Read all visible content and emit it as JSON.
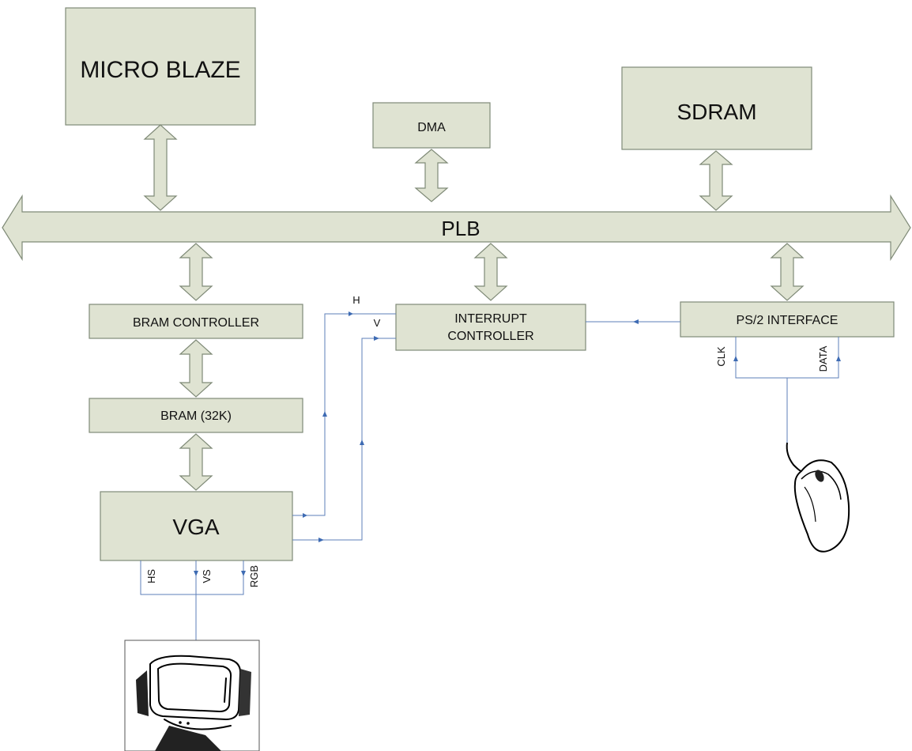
{
  "blocks": {
    "microblaze": "MICRO BLAZE",
    "dma": "DMA",
    "sdram": "SDRAM",
    "plb": "PLB",
    "bram_controller": "BRAM CONTROLLER",
    "bram": "BRAM (32K)",
    "vga": "VGA",
    "interrupt_controller_line1": "INTERRUPT",
    "interrupt_controller_line2": "CONTROLLER",
    "ps2_interface": "PS/2 INTERFACE"
  },
  "signals": {
    "h": "H",
    "v": "V",
    "hs": "HS",
    "vs": "VS",
    "rgb": "RGB",
    "clk": "CLK",
    "data": "DATA"
  },
  "icons": {
    "monitor": "crt-monitor-icon",
    "mouse": "computer-mouse-icon"
  },
  "colors": {
    "block_fill": "#dfe3d2",
    "block_stroke": "#7f8a77",
    "signal_line": "#5d7fb8"
  }
}
